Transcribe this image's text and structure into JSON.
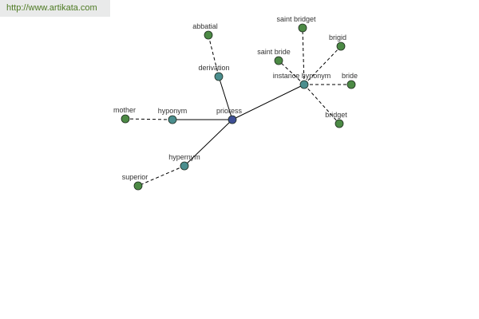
{
  "banner": {
    "url": "http://www.artikata.com"
  },
  "colors": {
    "center": "#3e4f95",
    "relation": "#4b8e8e",
    "leaf": "#4c8a45",
    "edge": "#000000"
  },
  "graph": {
    "nodes": [
      {
        "id": "prioress",
        "label": "prioress",
        "kind": "center"
      },
      {
        "id": "hyponym",
        "label": "hyponym",
        "kind": "relation"
      },
      {
        "id": "derivation",
        "label": "derivation",
        "kind": "relation"
      },
      {
        "id": "hypernym",
        "label": "hypernym",
        "kind": "relation"
      },
      {
        "id": "instance-hyponym",
        "label": "instance hyponym",
        "kind": "relation"
      },
      {
        "id": "mother",
        "label": "mother",
        "kind": "leaf"
      },
      {
        "id": "abbatial",
        "label": "abbatial",
        "kind": "leaf"
      },
      {
        "id": "superior",
        "label": "superior",
        "kind": "leaf"
      },
      {
        "id": "saint-bridget",
        "label": "saint bridget",
        "kind": "leaf"
      },
      {
        "id": "brigid",
        "label": "brigid",
        "kind": "leaf"
      },
      {
        "id": "saint-bride",
        "label": "saint bride",
        "kind": "leaf"
      },
      {
        "id": "bride",
        "label": "bride",
        "kind": "leaf"
      },
      {
        "id": "bridget",
        "label": "bridget",
        "kind": "leaf"
      }
    ],
    "edges": [
      {
        "from": "prioress",
        "to": "hyponym",
        "style": "solid"
      },
      {
        "from": "prioress",
        "to": "derivation",
        "style": "solid"
      },
      {
        "from": "prioress",
        "to": "hypernym",
        "style": "solid"
      },
      {
        "from": "prioress",
        "to": "instance-hyponym",
        "style": "solid"
      },
      {
        "from": "hyponym",
        "to": "mother",
        "style": "dashed"
      },
      {
        "from": "derivation",
        "to": "abbatial",
        "style": "dashed"
      },
      {
        "from": "hypernym",
        "to": "superior",
        "style": "dashed"
      },
      {
        "from": "instance-hyponym",
        "to": "saint-bridget",
        "style": "dashed"
      },
      {
        "from": "instance-hyponym",
        "to": "brigid",
        "style": "dashed"
      },
      {
        "from": "instance-hyponym",
        "to": "saint-bride",
        "style": "dashed"
      },
      {
        "from": "instance-hyponym",
        "to": "bride",
        "style": "dashed"
      },
      {
        "from": "instance-hyponym",
        "to": "bridget",
        "style": "dashed"
      }
    ]
  }
}
